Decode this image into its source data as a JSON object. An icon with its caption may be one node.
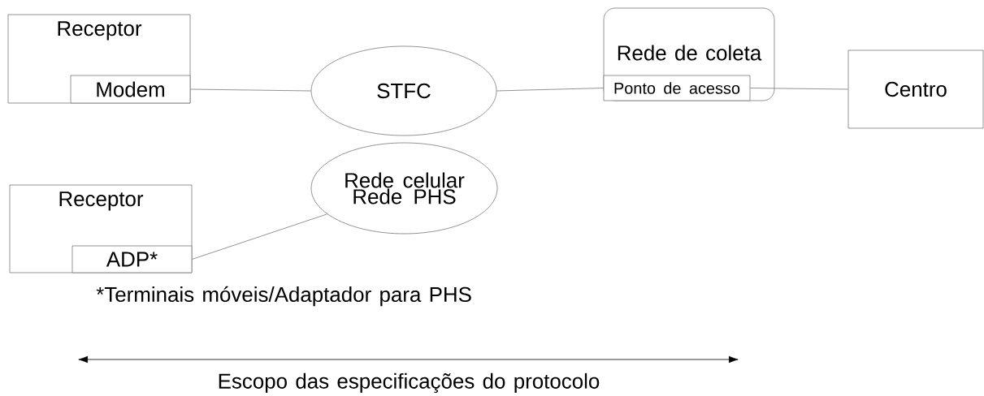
{
  "diagram": {
    "nodes": [
      {
        "text": [
          "Receptor"
        ]
      },
      {
        "text": [
          "Modem"
        ],
        "in": 0
      },
      {
        "text": [
          "Receptor"
        ]
      },
      {
        "text": [
          "ADP*"
        ],
        "in": 2
      },
      {
        "text": [
          "STFC"
        ]
      },
      {
        "text": [
          "Rede celular Rede PHS"
        ]
      },
      {
        "text": [
          "Rede de coleta"
        ]
      },
      {
        "text": [
          "Ponto de acesso"
        ],
        "in": 6
      },
      {
        "text": [
          "Centro"
        ]
      }
    ],
    "edges": [
      {
        "from": 1,
        "to": 4,
        "arrow": "none"
      },
      {
        "from": 4,
        "to": 7,
        "arrow": "none"
      },
      {
        "from": 7,
        "to": 8,
        "arrow": "none"
      },
      {
        "from": 3,
        "to": 5,
        "arrow": "none"
      }
    ],
    "labels": [
      "*Terminais móveis/Adaptador para PHS",
      "Escopo das especificações do protocolo"
    ]
  }
}
